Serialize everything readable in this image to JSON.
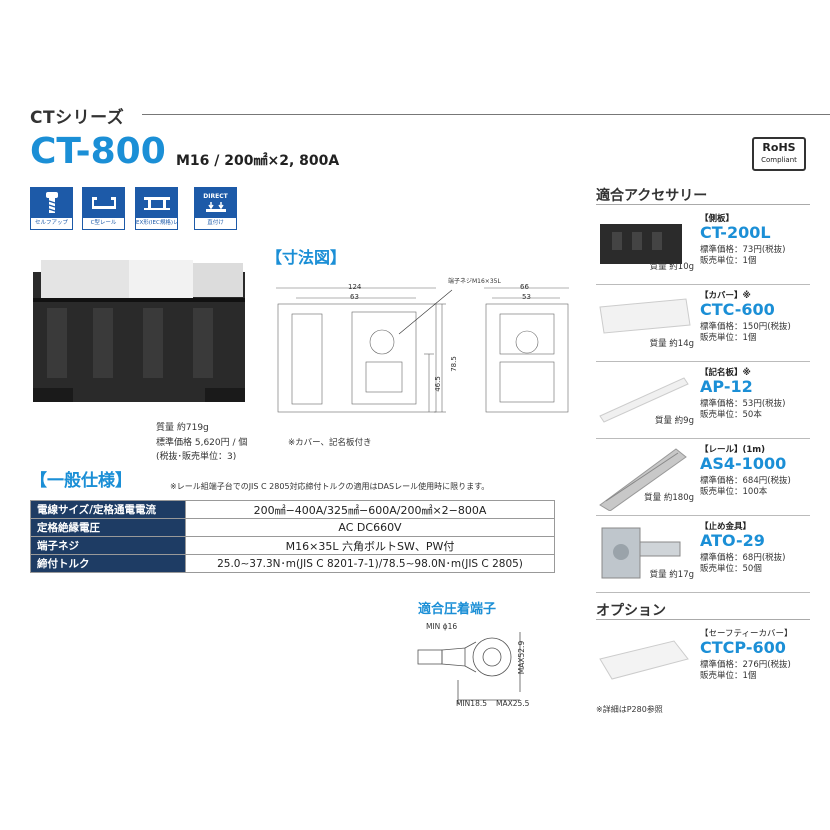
{
  "header": {
    "series": "CTシリーズ",
    "model": "CT-800",
    "spec": "M16 / 200㎟×2, 800A",
    "rohs_line1": "RoHS",
    "rohs_line2": "Compliant"
  },
  "features": [
    {
      "label": "セルフアップ",
      "icon": "screw-icon"
    },
    {
      "label": "C型レール",
      "icon": "c-rail-icon"
    },
    {
      "label": "EX形(IEC規格)レール",
      "icon": "ex-rail-icon"
    },
    {
      "label": "直付け",
      "icon": "direct-mount-icon",
      "icon_text": "DIRECT"
    }
  ],
  "product": {
    "mass": "質量 約719g",
    "price": "標準価格 5,620円 / 個",
    "price_note": "(税抜･販売単位：3)"
  },
  "dimension": {
    "title": "【寸法図】",
    "bolt_label": "端子ネジM16×35L",
    "d124": "124",
    "d63": "63",
    "d66": "66",
    "d53": "53",
    "d785": "78.5",
    "d465": "46.5",
    "note": "※カバー、記名板付き"
  },
  "spec_section": {
    "title": "【一般仕様】",
    "note": "※レール組端子台でのJIS C 2805対応締付トルクの適用はDASレール使用時に限ります。",
    "rows": [
      {
        "label": "電線サイズ/定格通電電流",
        "value": "200㎟−400A/325㎟−600A/200㎟×2−800A"
      },
      {
        "label": "定格絶縁電圧",
        "value": "AC DC660V"
      },
      {
        "label": "端子ネジ",
        "value": "M16×35L 六角ボルトSW、PW付"
      },
      {
        "label": "締付トルク",
        "value": "25.0∼37.3N･m(JIS C 8201-7-1)/78.5∼98.0N･m(JIS C 2805)"
      }
    ]
  },
  "crimp": {
    "title": "適合圧着端子",
    "min16": "MIN ϕ16",
    "max529": "MAX52.9",
    "min185": "MIN18.5",
    "max255": "MAX25.5"
  },
  "accessories": {
    "title": "適合アクセサリー",
    "items": [
      {
        "category": "【側板】",
        "name": "CT-200L",
        "price": "標準価格：73円(税抜)",
        "unit": "販売単位：1個",
        "weight": "質量 約10g"
      },
      {
        "category": "【カバー】※",
        "name": "CTC-600",
        "price": "標準価格：150円(税抜)",
        "unit": "販売単位：1個",
        "weight": "質量 約14g"
      },
      {
        "category": "【記名板】※",
        "name": "AP-12",
        "price": "標準価格：53円(税抜)",
        "unit": "販売単位：50本",
        "weight": "質量 約9g"
      },
      {
        "category": "【レール】(1m)",
        "name": "AS4-1000",
        "price": "標準価格：684円(税抜)",
        "unit": "販売単位：100本",
        "weight": "質量 約180g"
      },
      {
        "category": "【止め金具】",
        "name": "ATO-29",
        "price": "標準価格：68円(税抜)",
        "unit": "販売単位：50個",
        "weight": "質量 約17g"
      }
    ]
  },
  "options": {
    "title": "オプション",
    "item": {
      "category": "【セーフティーカバー】",
      "name": "CTCP-600",
      "price": "標準価格：276円(税抜)",
      "unit": "販売単位：1個"
    },
    "note": "※詳細はP280参照"
  },
  "colors": {
    "accent": "#1b8fd6",
    "table_header": "#1e3c64",
    "icon_blue": "#1d5aa8"
  }
}
